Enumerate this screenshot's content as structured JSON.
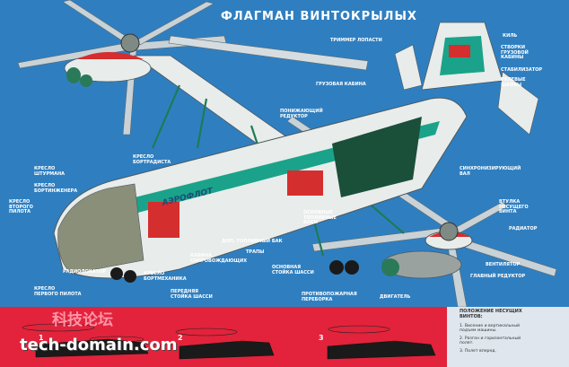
{
  "title": "ФЛАГМАН ВИНТОКРЫЛЫХ",
  "fuselage_text": "АЭРОФЛОТ",
  "watermark_cn": "科技论坛",
  "watermark_url": "tech-domain.com",
  "labels": {
    "kil": "КИЛЬ",
    "stvorki": "СТВОРКИ\nГРУЗОВОЙ\nКАБИНЫ",
    "stabilizator": "СТАБИЛИЗАТОР",
    "rulevye": "РУЛЕВЫЕ\nШАЙБЫ",
    "trimmer": "ТРИММЕР ЛОПАСТИ",
    "gruzovaya": "ГРУЗОВАЯ КАБИНА",
    "ponizhayushchiy": "ПОНИЖАЮЩИЙ\nРЕДУКТОР",
    "kreslo_bortradista": "КРЕСЛО\nБОРТРАДИСТА",
    "kreslo_shturmana": "КРЕСЛО\nШТУРМАНА",
    "kreslo_bortinzhenera": "КРЕСЛО\nБОРТИНЖЕНЕРА",
    "kreslo_vtorogo": "КРЕСЛО\nВТОРОГО\nПИЛОТА",
    "radar": "РАДИОЛОКАТОР",
    "kreslo_pervogo": "КРЕСЛО\nПЕРВОГО ПИЛОТА",
    "kreslo_bortmekhanika": "КРЕСЛО\nБОРТМЕХАНИКА",
    "perednyaya_stoyka": "ПЕРЕДНЯЯ\nСТОЙКА ШАССИ",
    "kabina_soprovozhdayushchikh": "КАБИНА\nСОПРОВОЖДАЮЩИХ",
    "trapy": "ТРАПЫ",
    "dop_bak": "ДОП. ТОПЛИВНЫЙ БАК",
    "osnovnye_baki": "ОСНОВНЫЕ\nТОПЛИВНЫЕ\nБАКИ",
    "osnovnaya_stoyka": "ОСНОВНАЯ\nСТОЙКА ШАССИ",
    "protivopozharnaya": "ПРОТИВОПОЖАРНАЯ\nПЕРЕБОРКА",
    "dvigatel": "ДВИГАТЕЛЬ",
    "sinkhroniziruyushchiy": "СИНХРОНИЗИРУЮЩИЙ\nВАЛ",
    "vtulka": "ВТУЛКА\nНЕСУЩЕГО\nВИНТА",
    "radiator": "РАДИАТОР",
    "ventilyator": "ВЕНТИЛЯТОР",
    "glavnyy": "ГЛАВНЫЙ РЕДУКТОР"
  },
  "bottom_note": {
    "heading": "ПОЛОЖЕНИЕ НЕСУЩИХ\nВИНТОВ:",
    "item1": "1. Висение и вертикальный\nподъем машины.",
    "item2": "2. Разгон и горизонтальный\nполет.",
    "item3": "3. Полет вперед."
  },
  "diagram_numbers": [
    "1",
    "2",
    "3"
  ],
  "colors": {
    "sky": "#2f7fc0",
    "fuselage": "#e8ecea",
    "stripe": "#1aa38a",
    "accent_red": "#e2233b",
    "note_bg": "#dfe6ee"
  }
}
